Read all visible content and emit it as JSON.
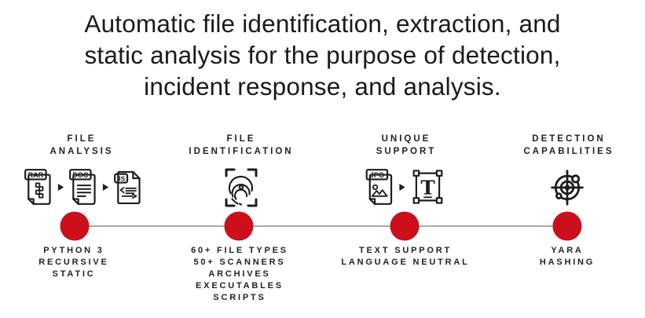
{
  "title": {
    "lines": [
      "Automatic file identification, extraction, and",
      "static analysis for the purpose of detection,",
      "incident response, and analysis."
    ]
  },
  "colors": {
    "accent_red": "#cb0f1b",
    "text_black": "#231f20",
    "line_gray": "#a9a9a9"
  },
  "icon_labels": {
    "rar": "RAR",
    "doc": "DOC",
    "js": "JS",
    "jpg": "JPG",
    "t": "T"
  },
  "columns": [
    {
      "id": "file-analysis",
      "header_lines": [
        "FILE",
        "ANALYSIS"
      ],
      "icons": [
        "rar-file-icon",
        "arrow-right-icon",
        "doc-file-icon",
        "arrow-right-icon",
        "js-file-icon"
      ],
      "footer_lines": [
        "PYTHON 3",
        "RECURSIVE",
        "STATIC"
      ]
    },
    {
      "id": "file-identification",
      "header_lines": [
        "FILE",
        "IDENTIFICATION"
      ],
      "icons": [
        "fingerprint-scan-icon"
      ],
      "footer_lines": [
        "60+ FILE TYPES",
        "50+ SCANNERS",
        "ARCHIVES",
        "EXECUTABLES",
        "SCRIPTS"
      ]
    },
    {
      "id": "unique-support",
      "header_lines": [
        "UNIQUE",
        "SUPPORT"
      ],
      "icons": [
        "jpg-file-icon",
        "arrow-right-icon",
        "text-select-icon"
      ],
      "footer_lines": [
        "TEXT SUPPORT",
        "LANGUAGE NEUTRAL"
      ]
    },
    {
      "id": "detection-capabilities",
      "header_lines": [
        "DETECTION",
        "CAPABILITIES"
      ],
      "icons": [
        "radar-target-icon"
      ],
      "footer_lines": [
        "YARA",
        "HASHING"
      ]
    }
  ]
}
